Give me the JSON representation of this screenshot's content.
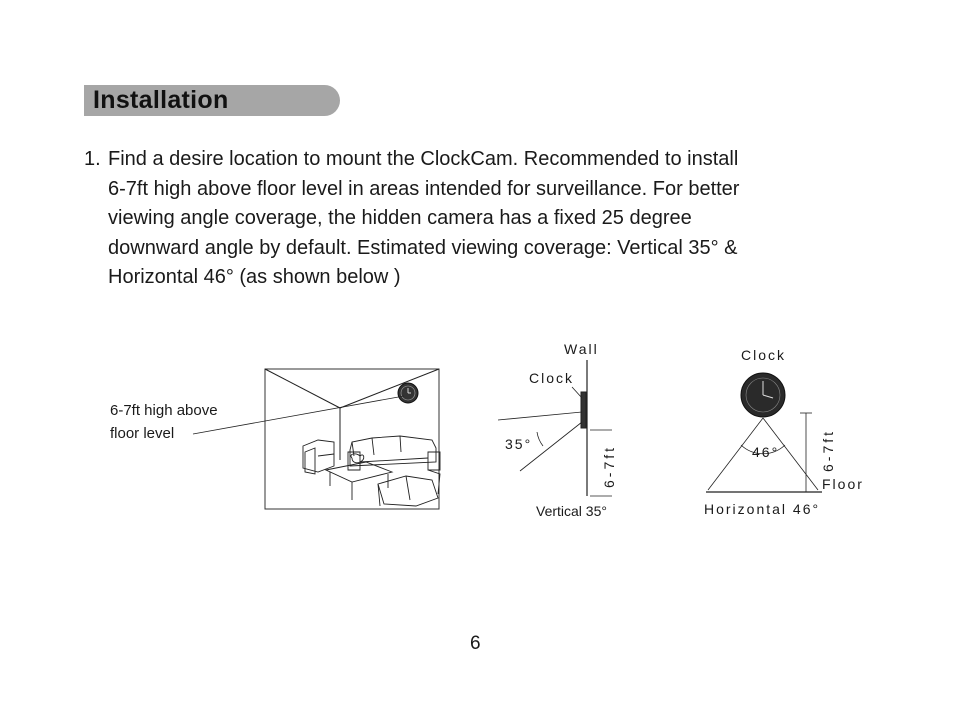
{
  "section": {
    "title": "Installation"
  },
  "instruction": {
    "number": "1.",
    "lines": [
      "Find a desire location to mount the ClockCam. Recommended to install",
      "6-7ft high above floor level in areas intended for surveillance. For better",
      "viewing angle coverage, the hidden camera has a fixed 25 degree",
      "downward angle by default. Estimated viewing coverage: Vertical 35° &",
      "Horizontal 46° (as shown below )"
    ]
  },
  "room_figure": {
    "label_line1": "6-7ft high above",
    "label_line2": "floor level"
  },
  "vertical_figure": {
    "wall_label": "Wall",
    "clock_label": "Clock",
    "angle_label": "35°",
    "height_label": "6-7ft",
    "caption": "Vertical 35°"
  },
  "horizontal_figure": {
    "clock_label": "Clock",
    "angle_label": "46°",
    "height_label": "6-7ft",
    "floor_label": "Floor",
    "caption": "Horizontal 46°"
  },
  "page": {
    "number": "6"
  }
}
